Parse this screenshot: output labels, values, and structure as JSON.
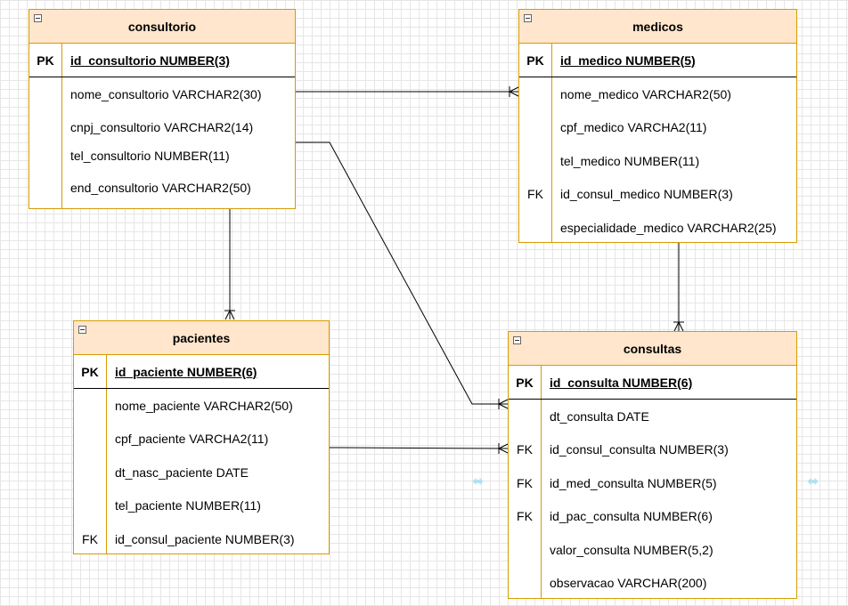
{
  "tables": {
    "consultorio": {
      "title": "consultorio",
      "pk": {
        "key": "PK",
        "field": "id_consultorio NUMBER(3)"
      },
      "rows": [
        {
          "key": "",
          "field": "nome_consultorio VARCHAR2(30)"
        },
        {
          "key": "",
          "field": "cnpj_consultorio VARCHAR2(14)"
        },
        {
          "key": "",
          "field": "tel_consultorio NUMBER(11)"
        },
        {
          "key": "",
          "field": "end_consultorio VARCHAR2(50)"
        }
      ]
    },
    "medicos": {
      "title": "medicos",
      "pk": {
        "key": "PK",
        "field": "id_medico NUMBER(5)"
      },
      "rows": [
        {
          "key": "",
          "field": "nome_medico VARCHAR2(50)"
        },
        {
          "key": "",
          "field": "cpf_medico VARCHA2(11)"
        },
        {
          "key": "",
          "field": "tel_medico NUMBER(11)"
        },
        {
          "key": "FK",
          "field": "id_consul_medico NUMBER(3)"
        },
        {
          "key": "",
          "field": "especialidade_medico VARCHAR2(25)"
        }
      ]
    },
    "pacientes": {
      "title": "pacientes",
      "pk": {
        "key": "PK",
        "field": "id_paciente NUMBER(6)"
      },
      "rows": [
        {
          "key": "",
          "field": "nome_paciente VARCHAR2(50)"
        },
        {
          "key": "",
          "field": "cpf_paciente VARCHA2(11)"
        },
        {
          "key": "",
          "field": "dt_nasc_paciente DATE"
        },
        {
          "key": "",
          "field": "tel_paciente NUMBER(11)"
        },
        {
          "key": "FK",
          "field": "id_consul_paciente NUMBER(3)"
        }
      ]
    },
    "consultas": {
      "title": "consultas",
      "pk": {
        "key": "PK",
        "field": "id_consulta NUMBER(6)"
      },
      "rows": [
        {
          "key": "",
          "field": "dt_consulta DATE"
        },
        {
          "key": "FK",
          "field": "id_consul_consulta NUMBER(3)"
        },
        {
          "key": "FK",
          "field": "id_med_consulta NUMBER(5)"
        },
        {
          "key": "FK",
          "field": "id_pac_consulta NUMBER(6)"
        },
        {
          "key": "",
          "field": "valor_consulta NUMBER(5,2)"
        },
        {
          "key": "",
          "field": "observacao VARCHAR(200)"
        }
      ]
    }
  },
  "colors": {
    "header_fill": "#ffe6cc",
    "border": "#d79b00",
    "selection_handle": "#b3e0f2"
  },
  "relationships": [
    {
      "from": "consultorio",
      "to": "medicos",
      "to_end": "crows-foot-one-or-many"
    },
    {
      "from": "consultorio",
      "to": "consultas",
      "to_end": "crows-foot-one-or-many"
    },
    {
      "from": "consultorio",
      "to": "pacientes",
      "to_end": "crows-foot-one-or-many"
    },
    {
      "from": "medicos",
      "to": "consultas",
      "to_end": "crows-foot-one-or-many"
    },
    {
      "from": "pacientes",
      "to": "consultas",
      "to_end": "crows-foot-one-or-many"
    }
  ]
}
